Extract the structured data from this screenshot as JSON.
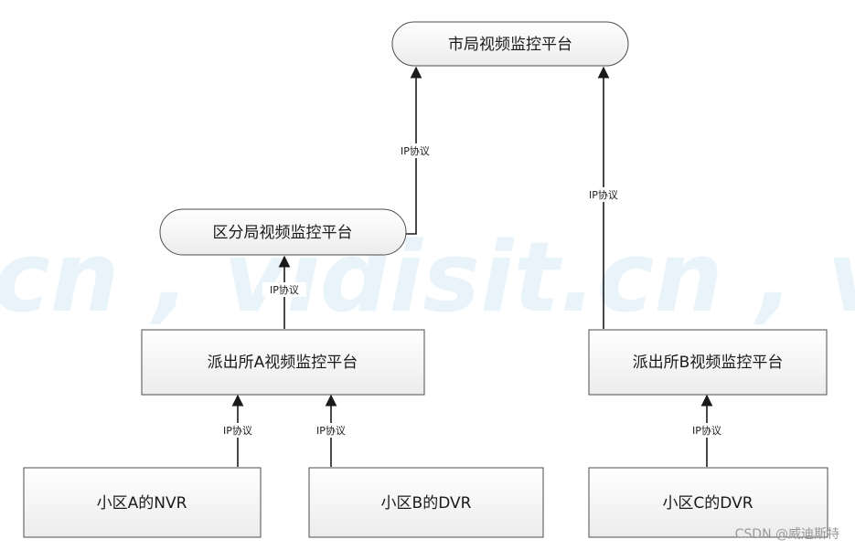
{
  "watermark": "cn , vidisit.cn , vi",
  "credit": "CSDN @威迪斯特",
  "nodes": [
    {
      "id": "city",
      "label": "市局视频监控平台",
      "shape": "rounded"
    },
    {
      "id": "district",
      "label": "区分局视频监控平台",
      "shape": "rounded"
    },
    {
      "id": "station_a",
      "label": "派出所A视频监控平台",
      "shape": "rect"
    },
    {
      "id": "station_b",
      "label": "派出所B视频监控平台",
      "shape": "rect"
    },
    {
      "id": "community_a",
      "label": "小区A的NVR",
      "shape": "rect"
    },
    {
      "id": "community_b",
      "label": "小区B的DVR",
      "shape": "rect"
    },
    {
      "id": "community_c",
      "label": "小区C的DVR",
      "shape": "rect"
    }
  ],
  "edges": [
    {
      "from": "district",
      "to": "city",
      "label": "IP协议"
    },
    {
      "from": "station_b",
      "to": "city",
      "label": "IP协议"
    },
    {
      "from": "station_a",
      "to": "district",
      "label": "IP协议"
    },
    {
      "from": "community_a",
      "to": "station_a",
      "label": "IP协议"
    },
    {
      "from": "community_b",
      "to": "station_a",
      "label": "IP协议"
    },
    {
      "from": "community_c",
      "to": "station_b",
      "label": "IP协议"
    }
  ]
}
